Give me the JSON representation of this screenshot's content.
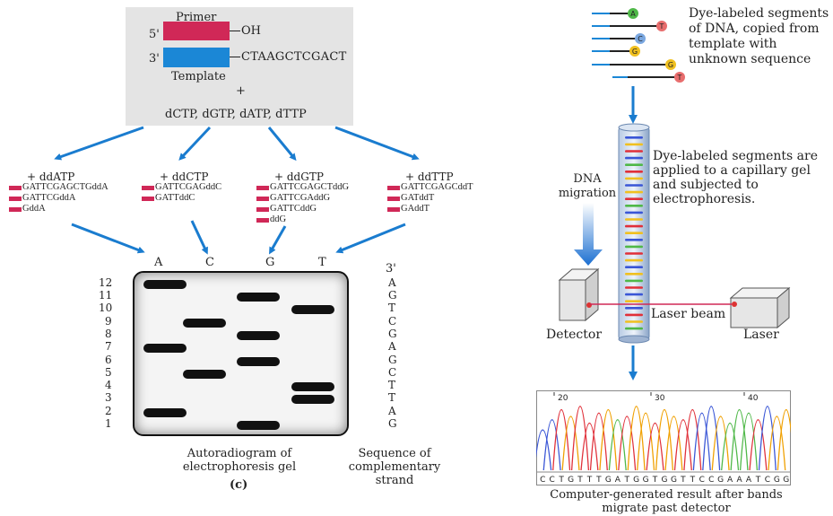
{
  "primer_box": {
    "primer_label": "Primer",
    "five_prime": "5'",
    "three_prime": "3'",
    "oh": "OH",
    "template_seq": "CTAAGCTCGACT",
    "template_label": "Template",
    "plus": "+",
    "dntps": "dCTP, dGTP, dATP, dTTP"
  },
  "reactions": [
    {
      "header": "+ ddATP",
      "products": [
        "GATTCGAGCTGddA",
        "GATTCGddA",
        "GddA"
      ]
    },
    {
      "header": "+ ddCTP",
      "products": [
        "GATTCGAGddC",
        "GATTddC"
      ]
    },
    {
      "header": "+ ddGTP",
      "products": [
        "GATTCGAGCTddG",
        "GATTCGAddG",
        "GATTCddG",
        "ddG"
      ]
    },
    {
      "header": "+ ddTTP",
      "products": [
        "GATTCGAGCddT",
        "GATddT",
        "GAddT"
      ]
    }
  ],
  "gel": {
    "lanes": [
      "A",
      "C",
      "G",
      "T"
    ],
    "row_numbers": [
      "12",
      "11",
      "10",
      "9",
      "8",
      "7",
      "6",
      "5",
      "4",
      "3",
      "2",
      "1"
    ],
    "bands": {
      "A": [
        12,
        7,
        2
      ],
      "C": [
        9,
        5
      ],
      "G": [
        11,
        8,
        6,
        1
      ],
      "T": [
        10,
        4,
        3
      ]
    },
    "caption": "Autoradiogram of electrophoresis gel",
    "panel_label": "(c)"
  },
  "complementary": {
    "end_label": "3'",
    "letters": [
      "A",
      "G",
      "T",
      "C",
      "G",
      "A",
      "G",
      "C",
      "T",
      "T",
      "A",
      "G"
    ],
    "caption": "Sequence of complementary strand"
  },
  "capillary": {
    "labeled_segments_caption": "Dye-labeled segments of DNA, copied from template with unknown sequence",
    "segments": [
      {
        "dye": "A",
        "color": "#4fb848"
      },
      {
        "dye": "T",
        "color": "#e86d6d"
      },
      {
        "dye": "C",
        "color": "#7aa7e0"
      },
      {
        "dye": "G",
        "color": "#f0c020"
      },
      {
        "dye": "G",
        "color": "#f0c020"
      },
      {
        "dye": "T",
        "color": "#e86d6d"
      }
    ],
    "applied_caption": "Dye-labeled segments are applied to a capillary gel and subjected to electrophoresis.",
    "migration_label": "DNA migration",
    "detector_label": "Detector",
    "laser_beam_label": "Laser beam",
    "laser_label": "Laser",
    "result_caption": "Computer-generated result after bands migrate past detector"
  },
  "chromatogram": {
    "tick_labels": [
      "20",
      "30",
      "40"
    ],
    "bases": [
      "C",
      "C",
      "T",
      "G",
      "T",
      "T",
      "T",
      "G",
      "A",
      "T",
      "G",
      "G",
      "T",
      "G",
      "G",
      "T",
      "T",
      "C",
      "C",
      "G",
      "A",
      "A",
      "A",
      "T",
      "C",
      "G",
      "G"
    ]
  },
  "colors": {
    "primer": "#d02857",
    "template": "#1b87d6",
    "arrow": "#1a7ccf",
    "A": "#4fb848",
    "C": "#3a56d6",
    "G": "#f0a000",
    "T": "#e0303a"
  }
}
